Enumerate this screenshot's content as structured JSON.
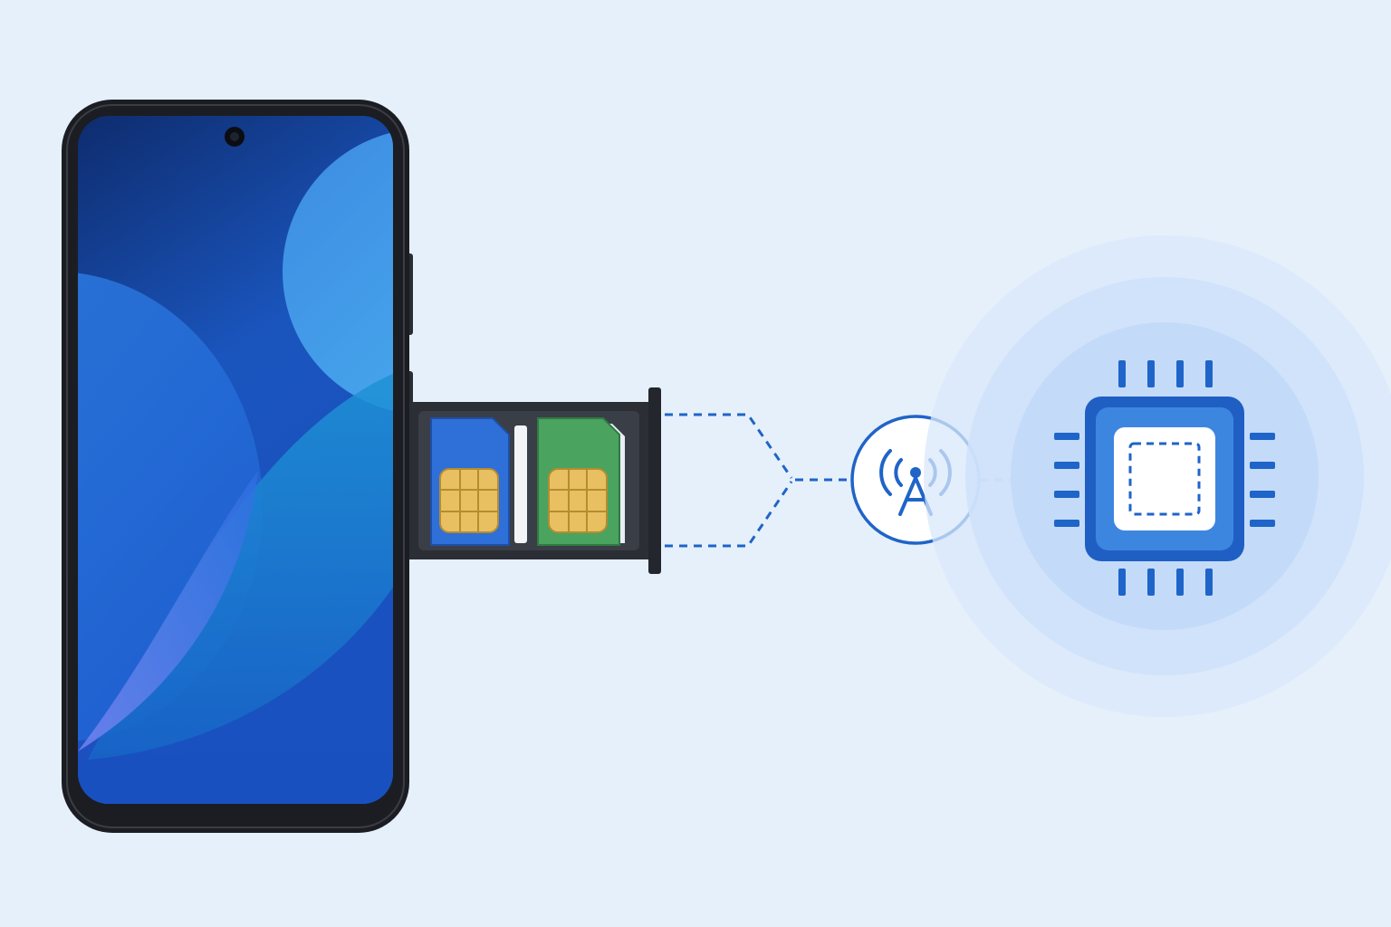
{
  "scene": {
    "background_color": "#e6f0fb",
    "accent_color": "#1f64c8"
  },
  "phone": {
    "frame_color": "#1b1d22",
    "screen_colors": [
      "#0f2f73",
      "#1c5cc4",
      "#2a7fd6",
      "#6a7ef0"
    ],
    "camera_icon": "front-camera-icon"
  },
  "sim_tray": {
    "tray_color": "#2b2e35",
    "cards": [
      {
        "name": "sim-card-1",
        "color": "#2f6fd8",
        "chip_color": "#e8c062",
        "icon": "sim-card-icon"
      },
      {
        "name": "sim-card-2",
        "color": "#4aa35f",
        "chip_color": "#e8c062",
        "icon": "sim-card-icon"
      }
    ]
  },
  "connectors": {
    "style": "dashed",
    "color": "#1f64c8"
  },
  "signal_node": {
    "icon": "antenna-tower-icon",
    "border_color": "#1f64c8"
  },
  "chip_node": {
    "icon": "processor-chip-icon",
    "glow_color": "#cfe2fb",
    "body_color": "#2f78dc",
    "core_color": "#ffffff"
  }
}
